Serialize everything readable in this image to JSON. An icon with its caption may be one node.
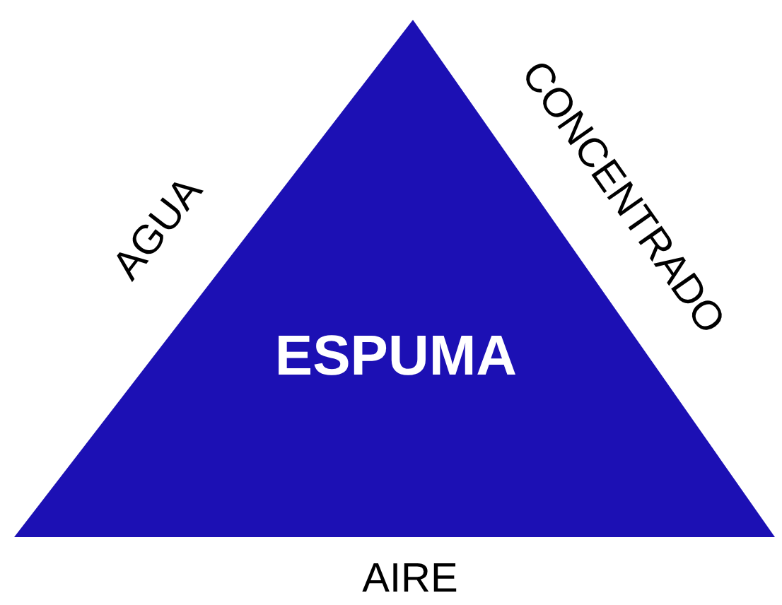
{
  "diagram": {
    "nodes": [
      {
        "text": [
          "ESPUMA"
        ]
      }
    ],
    "labels": [
      "AGUA",
      "CONCENTRADO",
      "AIRE"
    ]
  }
}
